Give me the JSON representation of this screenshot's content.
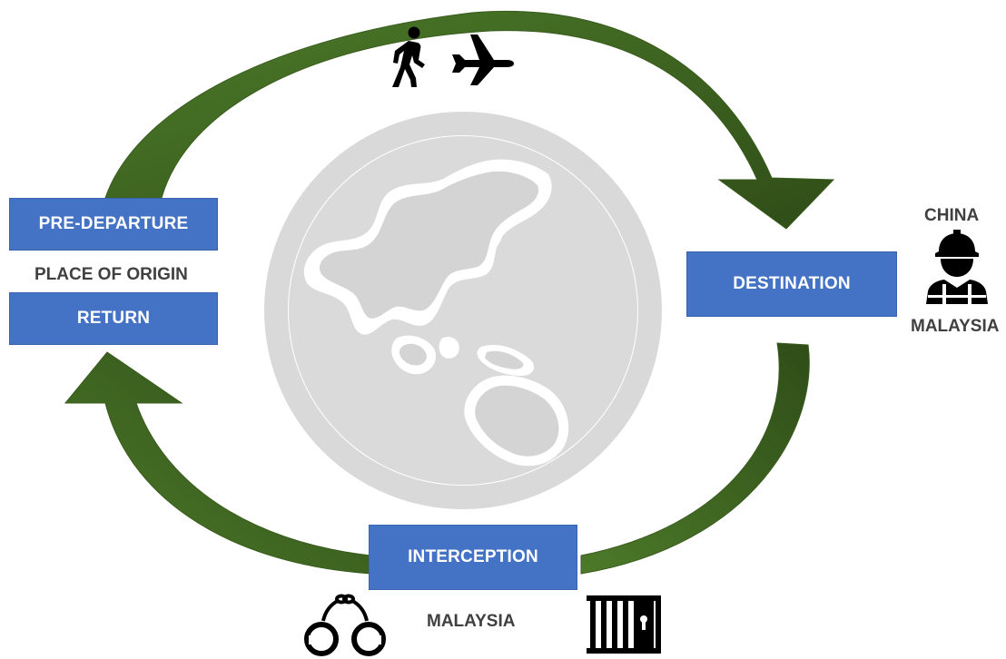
{
  "stages": {
    "pre_departure": "PRE-DEPARTURE",
    "return": "RETURN",
    "destination": "DESTINATION",
    "interception": "INTERCEPTION"
  },
  "labels": {
    "origin": "PLACE OF ORIGIN",
    "destination_country_1": "CHINA",
    "destination_country_2": "MALAYSIA",
    "interception_country": "MALAYSIA"
  },
  "icons": [
    "walking-person-icon",
    "airplane-icon",
    "worker-hardhat-icon",
    "handcuffs-icon",
    "jail-icon",
    "globe-icon"
  ],
  "colors": {
    "box": "#4472C4",
    "arrow": "#3E6121",
    "globe": "#D9D9D9",
    "label_text": "#404040"
  }
}
